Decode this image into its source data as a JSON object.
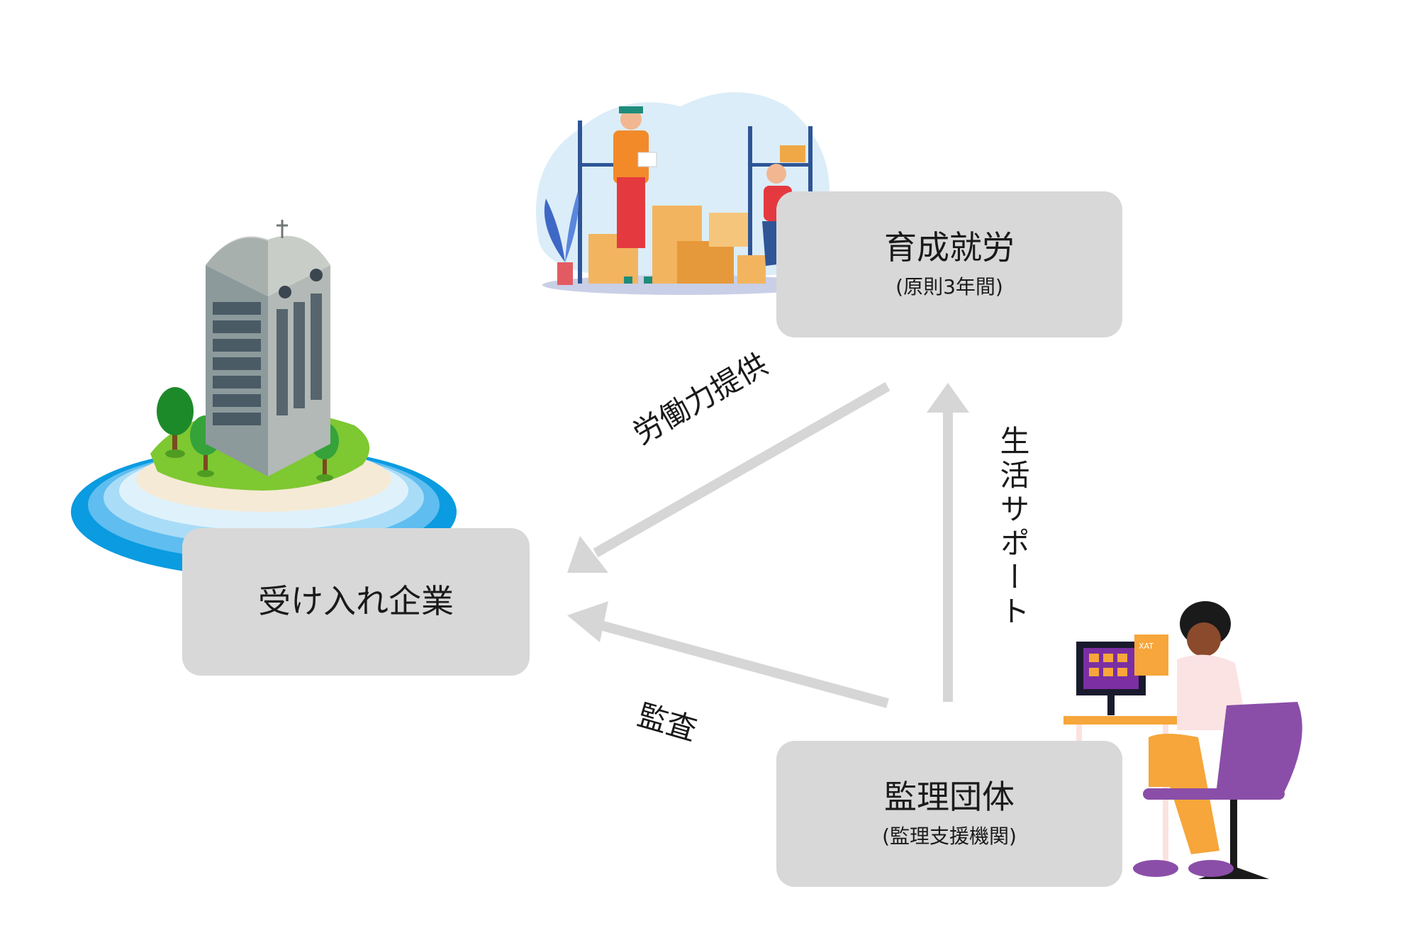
{
  "nodes": {
    "ikusei": {
      "title": "育成就労",
      "sub": "(原則3年間)"
    },
    "ukeire": {
      "title": "受け入れ企業"
    },
    "kanri": {
      "title": "監理団体",
      "sub": "(監理支援機関)"
    }
  },
  "edges": {
    "labor": "労働力提供",
    "audit": "監査",
    "life_support": "生活サポート"
  },
  "illustration": {
    "laptop_screen_text": "XAT"
  },
  "colors": {
    "box_fill": "#d8d8d8",
    "arrow": "#d6d6d6",
    "text": "#1a1a1a"
  }
}
